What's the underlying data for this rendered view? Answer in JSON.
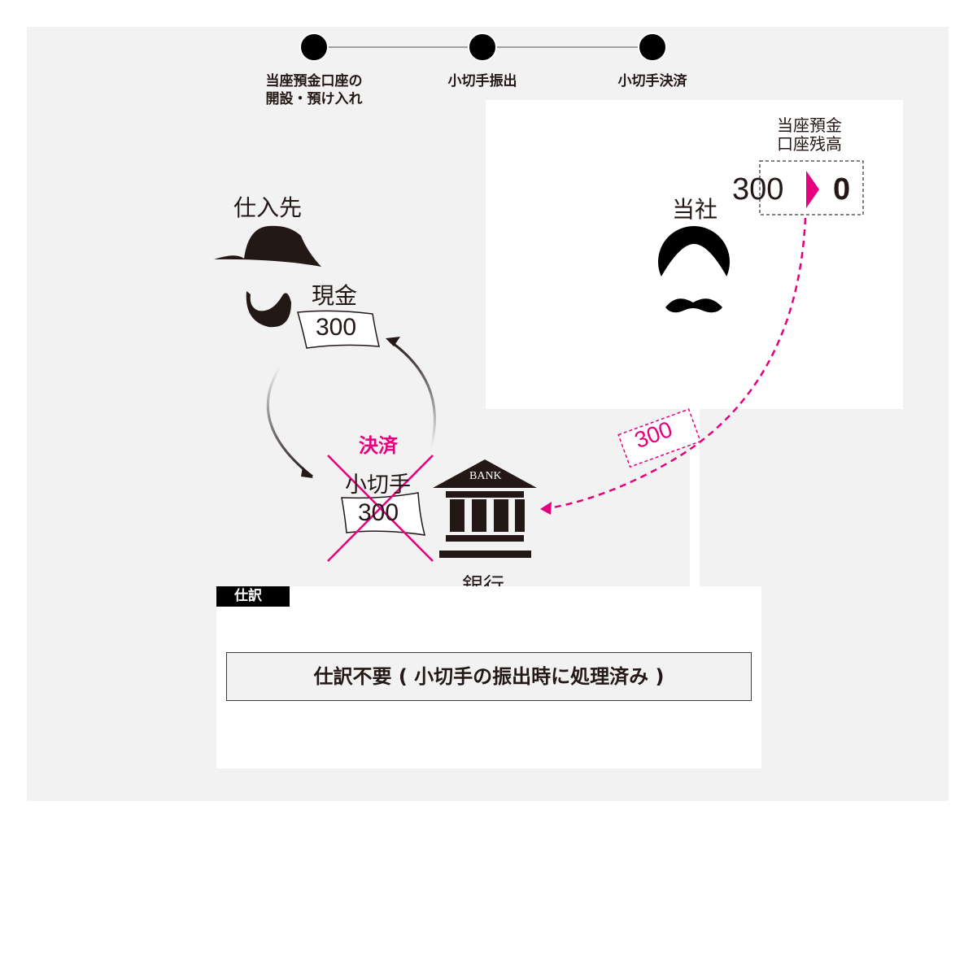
{
  "steps": [
    {
      "label_line1": "当座預金口座の",
      "label_line2": "開設・預け入れ"
    },
    {
      "label_line1": "小切手振出",
      "label_line2": ""
    },
    {
      "label_line1": "小切手決済",
      "label_line2": ""
    }
  ],
  "supplier": {
    "label": "仕入先"
  },
  "cash": {
    "label": "現金",
    "amount": "300"
  },
  "company": {
    "label": "当社"
  },
  "balance": {
    "label_line1": "当座預金",
    "label_line2": "口座残高",
    "before": "300",
    "after": "0"
  },
  "transfer": {
    "amount": "300"
  },
  "check": {
    "label": "小切手",
    "amount": "300",
    "status": "決済"
  },
  "bank": {
    "sign": "BANK",
    "label": "銀行"
  },
  "journal": {
    "tag": "仕訳",
    "entry": "仕訳不要 ( 小切手の振出時に処理済み )"
  },
  "colors": {
    "accent": "#e4007f",
    "dark": "#231815",
    "panel": "#f2f2f2"
  }
}
